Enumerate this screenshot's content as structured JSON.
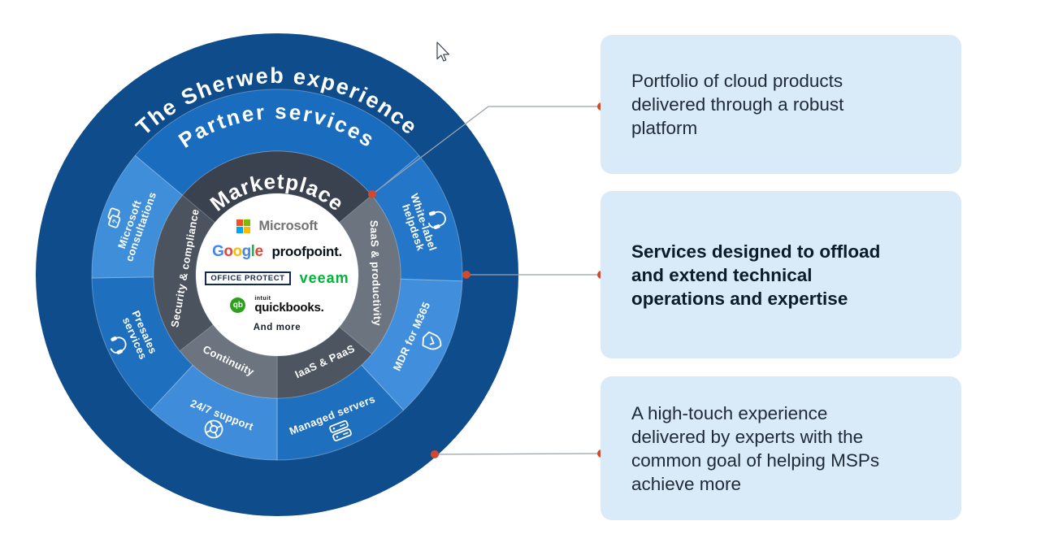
{
  "colors": {
    "outer_ring_navy": "#0E4C8B",
    "partner_ring_blue": "#1E6FBE",
    "partner_ring_light_blue": "#3F8EDA",
    "marketplace_dark": "#39424E",
    "security_segment_gray": "#4A535E",
    "continuity_segment_gray": "#6C757F",
    "iaas_segment_gray": "#4C5560",
    "saas_segment_gray": "#6C757F",
    "callout_background": "#D9EAF8",
    "connector_dot_red": "#D04A2F",
    "connector_line_gray": "#9AA2AC",
    "microsoft_squares": [
      "#F25022",
      "#7FBA00",
      "#00A4EF",
      "#FFB900"
    ],
    "google_letter_colors": [
      "#4285F4",
      "#EA4335",
      "#FBBC05",
      "#4285F4",
      "#34A853",
      "#EA4335"
    ],
    "veeam_green": "#00B23A",
    "quickbooks_green": "#2CA01C"
  },
  "diagram": {
    "ring_labels": {
      "outer": "The Sherweb experience",
      "middle": "Partner services",
      "inner": "Marketplace"
    },
    "partner_segments": [
      {
        "line1": "White-label",
        "line2": "helpdesk",
        "icon": "headset-icon"
      },
      {
        "line1": "MDR for M365",
        "line2": "",
        "icon": "shield-check-icon"
      },
      {
        "line1": "Managed servers",
        "line2": "",
        "icon": "servers-icon"
      },
      {
        "line1": "24/7 support",
        "line2": "",
        "icon": "lifebuoy-icon"
      },
      {
        "line1": "Presales",
        "line2": "services",
        "icon": "headset-support-icon"
      },
      {
        "line1": "Microsoft",
        "line2": "consultations",
        "icon": "chat-question-icon"
      }
    ],
    "marketplace_segments": [
      {
        "label": "SaaS & productivity"
      },
      {
        "label": "IaaS & PaaS"
      },
      {
        "label": "Continuity"
      },
      {
        "label": "Security & compliance"
      }
    ],
    "center": {
      "microsoft": "Microsoft",
      "google_letters": [
        "G",
        "o",
        "o",
        "g",
        "l",
        "e"
      ],
      "proofpoint": "proofpoint.",
      "office_protect": "OFFICE PROTECT",
      "veeam": "veeam",
      "qb_badge": "qb",
      "intuit": "intuit",
      "quickbooks": "quickbooks.",
      "more_label": "And more"
    }
  },
  "callouts": [
    {
      "text": "Portfolio of cloud products delivered through a robust platform"
    },
    {
      "text": "Services designed to offload and extend technical operations and expertise"
    },
    {
      "text": "A high-touch experience delivered by experts with the common goal of helping MSPs achieve more"
    }
  ]
}
